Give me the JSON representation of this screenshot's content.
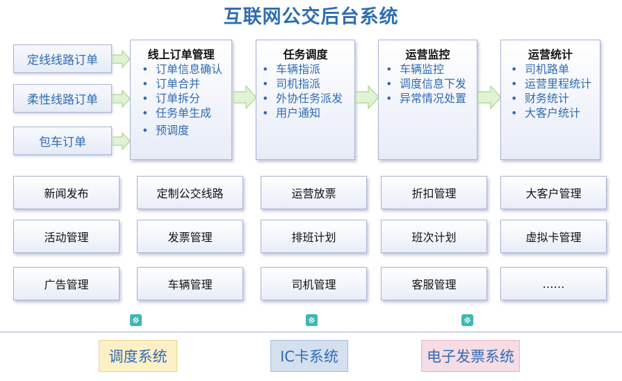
{
  "title": "互联网公交后台系统",
  "sources": [
    "定线线路订单",
    "柔性线路订单",
    "包车订单"
  ],
  "stages": [
    {
      "title": "线上订单管理",
      "items": [
        "订单信息确认",
        "订单合并",
        "订单拆分",
        "任务单生成",
        "预调度"
      ]
    },
    {
      "title": "任务调度",
      "items": [
        "车辆指派",
        "司机指派",
        "外协任务派发",
        "用户通知"
      ]
    },
    {
      "title": "运营监控",
      "items": [
        "车辆监控",
        "调度信息下发",
        "异常情况处置"
      ]
    },
    {
      "title": "运营统计",
      "items": [
        "司机路单",
        "运营里程统计",
        "财务统计",
        "大客户统计"
      ]
    }
  ],
  "modules": [
    [
      "新闻发布",
      "定制公交线路",
      "运营放票",
      "折扣管理",
      "大客户管理"
    ],
    [
      "活动管理",
      "发票管理",
      "排班计划",
      "班次计划",
      "虚拟卡管理"
    ],
    [
      "广告管理",
      "车辆管理",
      "司机管理",
      "客服管理",
      "……"
    ]
  ],
  "systems": [
    {
      "label": "调度系统",
      "bg": "#FDF0C6",
      "border": "#E9D38C"
    },
    {
      "label": "IC卡系统",
      "bg": "#D4E0EF",
      "border": "#A7BCD8"
    },
    {
      "label": "电子发票系统",
      "bg": "#F6DCE4",
      "border": "#E4B5C3"
    }
  ],
  "colors": {
    "title": "#2E6DB0",
    "text_blue": "#2F6BB2",
    "arrow_fill": "#E2F2D4",
    "arrow_stroke": "#A9D58A",
    "link_icon": "#3FB8B0"
  },
  "icons": [
    "link-icon",
    "link-icon",
    "link-icon"
  ]
}
